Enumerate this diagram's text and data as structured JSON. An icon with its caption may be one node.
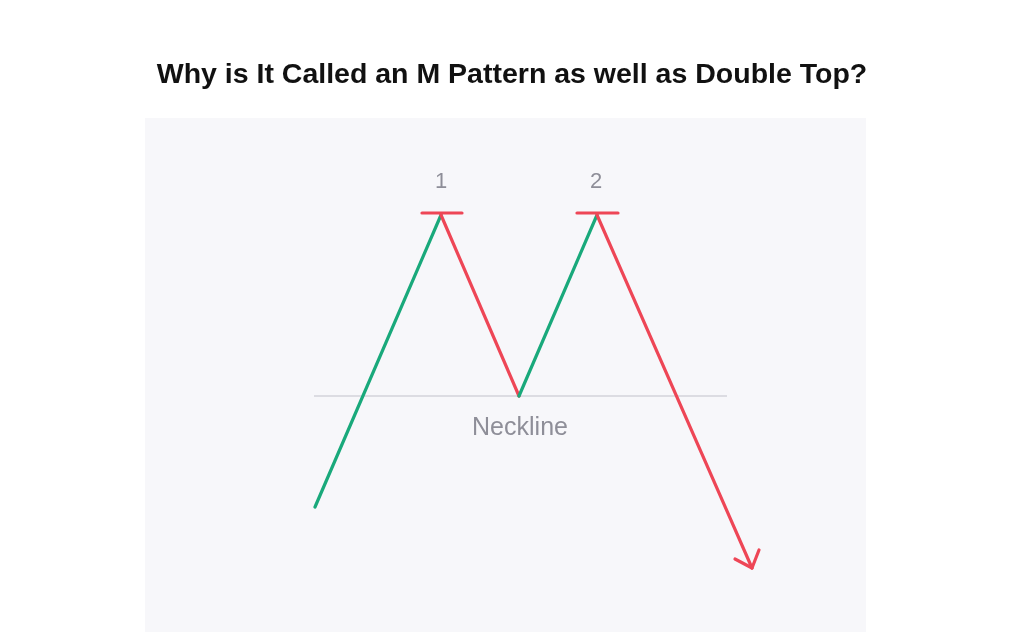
{
  "diagram": {
    "title": "Why is It Called an M Pattern as well as Double Top?",
    "labels": [
      "1",
      "2",
      "Neckline"
    ]
  }
}
